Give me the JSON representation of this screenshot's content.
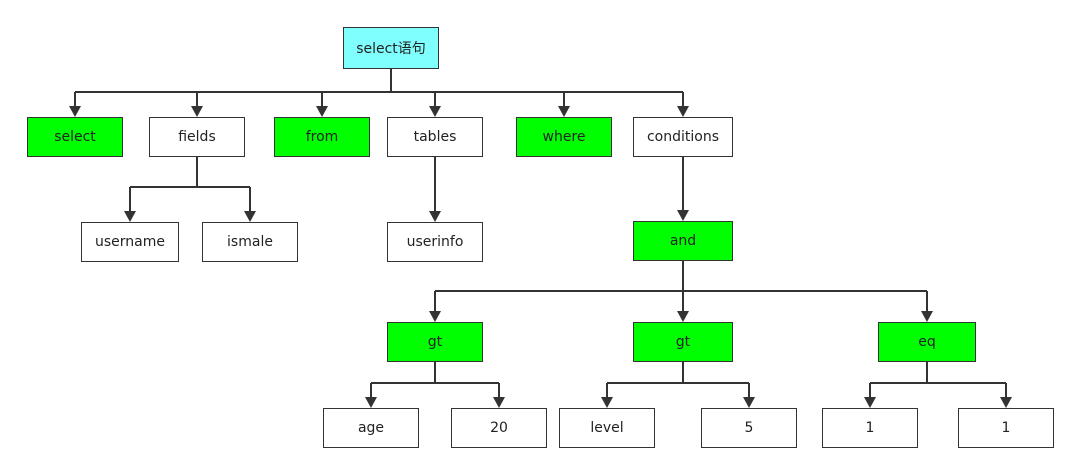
{
  "nodes": {
    "root": "select语句",
    "select_kw": "select",
    "fields": "fields",
    "from_kw": "from",
    "tables": "tables",
    "where_kw": "where",
    "conditions": "conditions",
    "username": "username",
    "ismale": "ismale",
    "userinfo": "userinfo",
    "and": "and",
    "gt1": "gt",
    "gt2": "gt",
    "eq": "eq",
    "age": "age",
    "n20": "20",
    "level": "level",
    "n5": "5",
    "one_a": "1",
    "one_b": "1"
  },
  "colors": {
    "keyword": "#00ff00",
    "root": "#80ffff",
    "plain": "#ffffff",
    "line": "#333333"
  }
}
